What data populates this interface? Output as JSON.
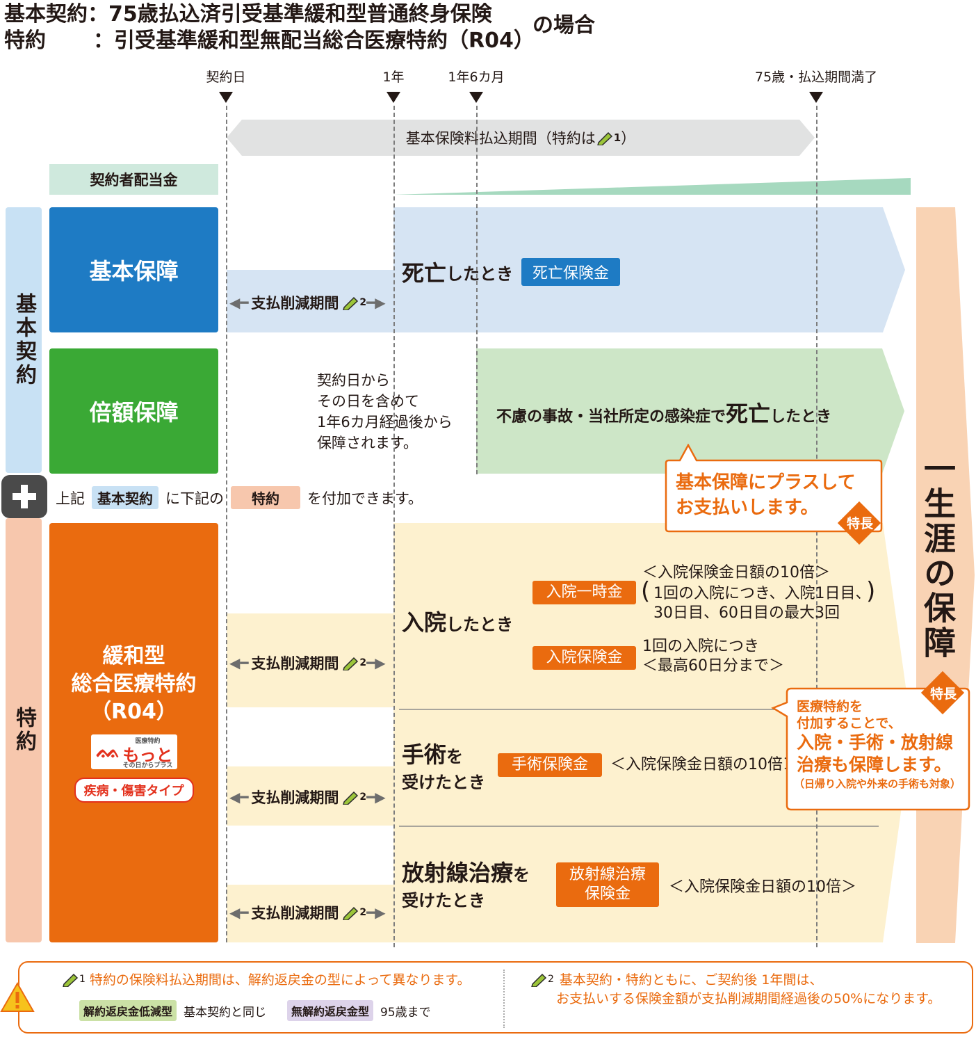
{
  "title": {
    "line1_label": "基本契約",
    "line1_text": "：75歳払込済引受基準緩和型普通終身保険",
    "line2_label": "特約",
    "line2_text": "：引受基準緩和型無配当総合医療特約（R04）",
    "suffix": "の場合"
  },
  "timeline": {
    "contract_day": "契約日",
    "one_year": "1年",
    "one_half_year": "1年6カ月",
    "age75": "75歳・払込期間満了"
  },
  "premium_period": {
    "text_before": "基本保険料払込期間（特約は",
    "note_num": "1",
    "text_after": "）"
  },
  "dividend_label": "契約者配当金",
  "side_tabs": {
    "basic": "基本契約",
    "rider": "特約"
  },
  "blocks": {
    "basic_coverage": "基本保障",
    "double_coverage": "倍額保障",
    "medical_rider_line1": "緩和型",
    "medical_rider_line2": "総合医療特約",
    "medical_rider_line3": "（R04）",
    "logo_small": "医療特約",
    "logo_main": "もっと",
    "logo_sub": "その日からプラス",
    "type_badge": "疾病・傷害タイプ"
  },
  "reduction": {
    "label": "支払削減期間",
    "note_num": "2"
  },
  "death": {
    "emph": "死亡",
    "suffix": "したとき",
    "chip": "死亡保険金"
  },
  "double_note": [
    "契約日から",
    "その日を含めて",
    "1年6カ月経過後から",
    "保障されます。"
  ],
  "accident": {
    "prefix": "不慮の事故・当社所定の感染症で",
    "emph": "死亡",
    "suffix": "したとき"
  },
  "plus_row": {
    "prefix": "上記",
    "chip1": "基本契約",
    "middle": "に下記の",
    "chip2": "特約",
    "suffix": "を付加できます。"
  },
  "callout1": {
    "line1": "基本保障にプラスして",
    "line2": "お支払いします。",
    "badge": "特長"
  },
  "hospital": {
    "emph": "入院",
    "suffix": "したとき",
    "chip1": "入院一時金",
    "chip1_note1": "＜入院保険金日額の10倍＞",
    "chip1_note2": "1回の入院につき、入院1日目、",
    "chip1_note3": "30日目、60日目の最大3回",
    "chip2": "入院保険金",
    "chip2_note1": "1回の入院につき",
    "chip2_note2": "＜最高60日分まで＞"
  },
  "surgery": {
    "emph": "手術",
    "particle": "を",
    "line2": "受けたとき",
    "chip": "手術保険金",
    "note": "＜入院保険金日額の10倍＞"
  },
  "radiation": {
    "emph": "放射線治療",
    "particle": "を",
    "line2": "受けたとき",
    "chip_line1": "放射線治療",
    "chip_line2": "保険金",
    "note": "＜入院保険金日額の10倍＞"
  },
  "callout2": {
    "badge": "特長",
    "line1": "医療特約を",
    "line2": "付加することで、",
    "line3": "入院・手術・放射線",
    "line4": "治療も保障します。",
    "line5": "（日帰り入院や外来の手術も対象）"
  },
  "lifetime": "一生涯の保障",
  "notes": {
    "n1_num": "1",
    "n1_text": "特約の保険料払込期間は、解約返戻金の型によって異なります。",
    "type1_chip": "解約返戻金低減型",
    "type1_text": "基本契約と同じ",
    "type2_chip": "無解約返戻金型",
    "type2_text": "95歳まで",
    "n2_num": "2",
    "n2_line1": "基本契約・特約ともに、ご契約後 1年間は、",
    "n2_line2": "お支払いする保険金額が支払削減期間経過後の50%になります。"
  },
  "colors": {
    "blue_block": "#1e7bc4",
    "green_block": "#3aa935",
    "orange_block": "#ea6b0f",
    "light_blue": "#d6e4f3",
    "light_green": "#cde6c7",
    "light_yellow": "#fdf1cf",
    "peach": "#f7c7ad",
    "teal": "#cfe9dd"
  }
}
